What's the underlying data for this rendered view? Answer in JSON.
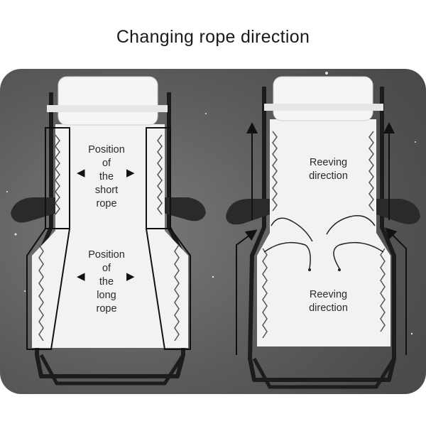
{
  "title": "Changing rope direction",
  "left_chair": {
    "short_rope_label": [
      "Position",
      "of",
      "the",
      "short",
      "rope"
    ],
    "long_rope_label": [
      "Position",
      "of",
      "the",
      "long",
      "rope"
    ]
  },
  "right_chair": {
    "upper_label": [
      "Reeving",
      "direction"
    ],
    "lower_label": [
      "Reeving",
      "direction"
    ]
  },
  "icons": {
    "arrow_left": "◀",
    "arrow_right": "▶"
  },
  "colors": {
    "background": "#5f5f5f",
    "seat": "#f2f2f2",
    "frame": "#1c1c1c",
    "outline": "#111111"
  }
}
